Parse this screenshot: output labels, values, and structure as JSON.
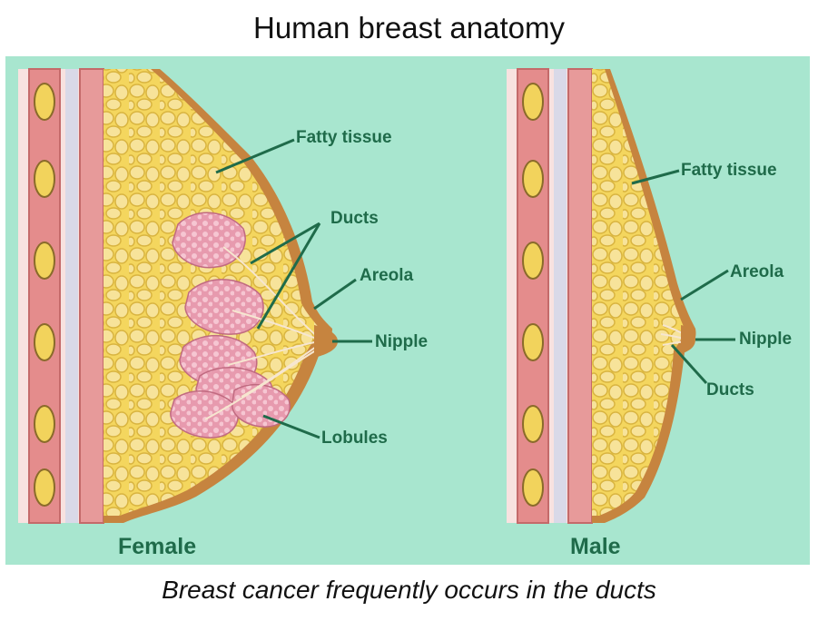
{
  "title": "Human breast anatomy",
  "caption": "Breast cancer frequently occurs in the ducts",
  "female": {
    "heading": "Female",
    "labels": {
      "fatty_tissue": "Fatty tissue",
      "ducts": "Ducts",
      "areola": "Areola",
      "nipple": "Nipple",
      "lobules": "Lobules"
    }
  },
  "male": {
    "heading": "Male",
    "labels": {
      "fatty_tissue": "Fatty tissue",
      "areola": "Areola",
      "nipple": "Nipple",
      "ducts": "Ducts"
    }
  },
  "colors": {
    "background": "#a8e6cf",
    "label_text": "#1f6b4a",
    "fat": "#f2d35c",
    "fat_cells": "#e8c64a",
    "skin": "#c6843f",
    "muscle": "#e79a9a",
    "lobule": "#e8a5b6"
  }
}
